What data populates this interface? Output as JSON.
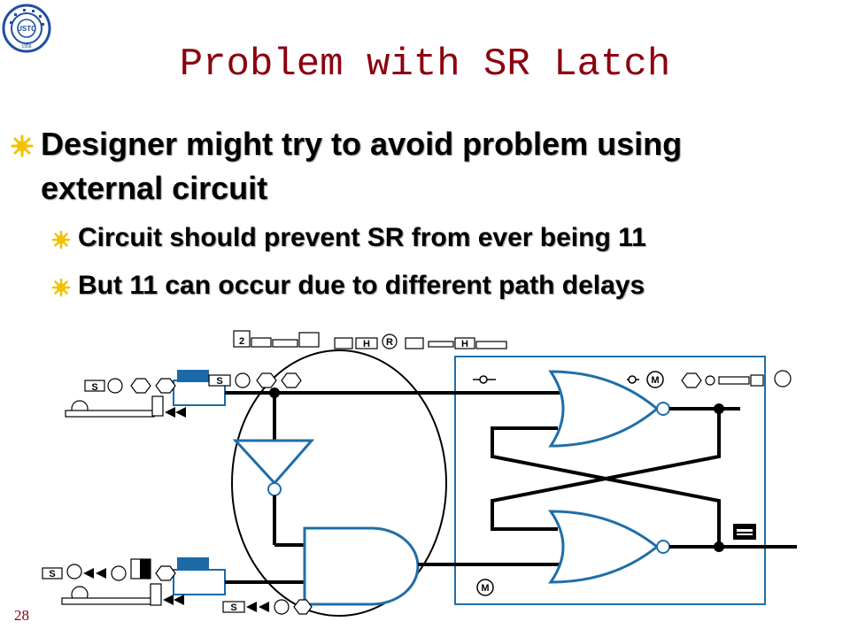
{
  "slide": {
    "title": "Problem with SR Latch",
    "page_number": "28",
    "bullets": [
      {
        "level": 1,
        "text_line1": "Designer might try to avoid problem using",
        "text_line2": "external circuit"
      },
      {
        "level": 2,
        "text": "Circuit should prevent SR from ever being 11"
      },
      {
        "level": 2,
        "text": "But 11 can occur due to different path delays"
      }
    ]
  },
  "colors": {
    "title": "#8b0010",
    "bullet_star": "#f2c200",
    "circuit_lines": "#000000",
    "latch_gates": "#1f6ea8",
    "latch_box": "#1f6ea8",
    "input_boxes": "#1a6aa8",
    "logo": "#1f4fa0"
  },
  "logo": {
    "label": "USTC",
    "year": "1958"
  },
  "diagram": {
    "symbol_labels": {
      "s": "S",
      "h": "H",
      "r": "R",
      "m": "M",
      "two": "2"
    }
  }
}
